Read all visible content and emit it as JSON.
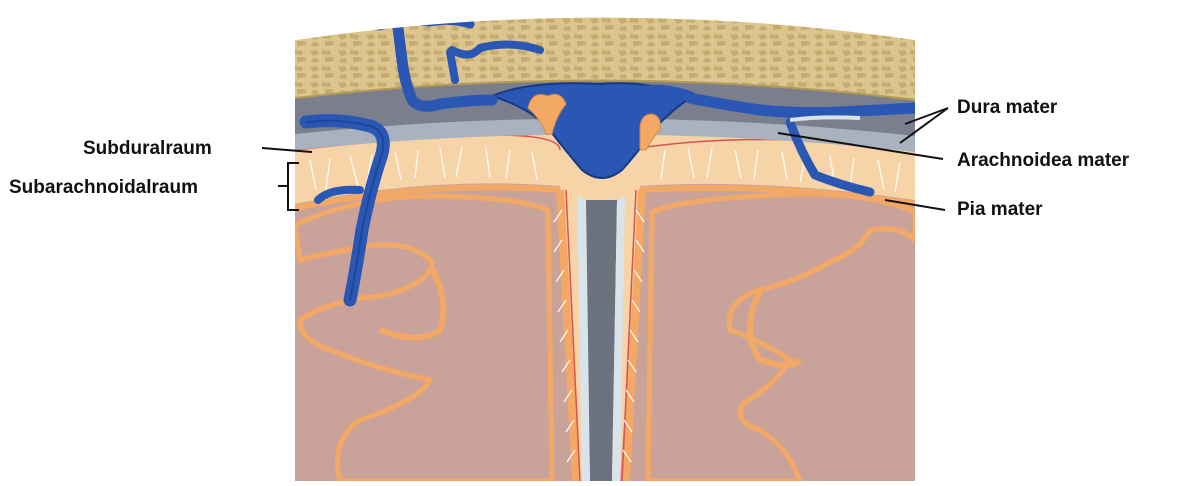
{
  "labels": {
    "dura": "Dura mater",
    "arachnoid": "Arachnoidea mater",
    "pia": "Pia mater",
    "subdural": "Subduralraum",
    "subarachnoid": "Subarachnoidalraum"
  },
  "colors": {
    "bone": "#dcc58e",
    "bone_dark": "#b49a55",
    "dura": "#7b7f8d",
    "dura_light": "#a9b3bf",
    "vein": "#2a57b4",
    "vein_dark": "#143a86",
    "subarachnoid": "#f7d3a8",
    "pia": "#f3a866",
    "pia_edge": "#d9534f",
    "brain": "#c9a39a",
    "brain_dark": "#a57f77",
    "falx": "#6d7280",
    "csf_light": "#d9e3ea"
  }
}
